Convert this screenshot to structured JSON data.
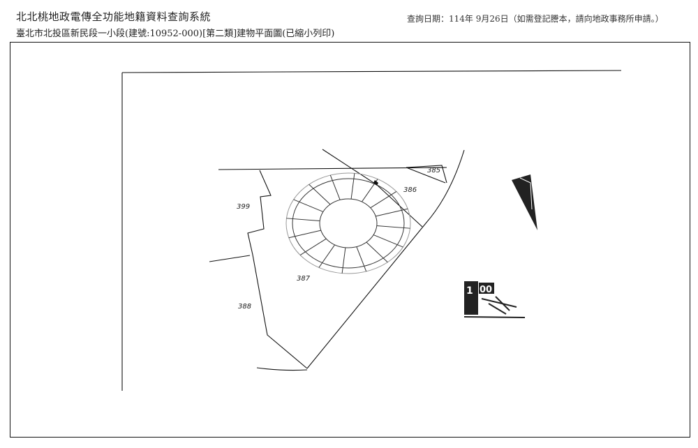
{
  "header": {
    "system_title": "北北桃地政電傳全功能地籍資料查詢系統",
    "document_subtitle": "臺北市北投區新民段一小段(建號:10952-000)[第二類]建物平面圖(已縮小列印)",
    "query_date_notice": "查詢日期：114年 9月26日（如需登記謄本，請向地政事務所申請。）"
  },
  "plan": {
    "parcel_labels": [
      "399",
      "386",
      "385",
      "387",
      "388"
    ],
    "stamp_text": "100"
  },
  "colors": {
    "ink": "#111111",
    "building_outline": "#999999"
  }
}
